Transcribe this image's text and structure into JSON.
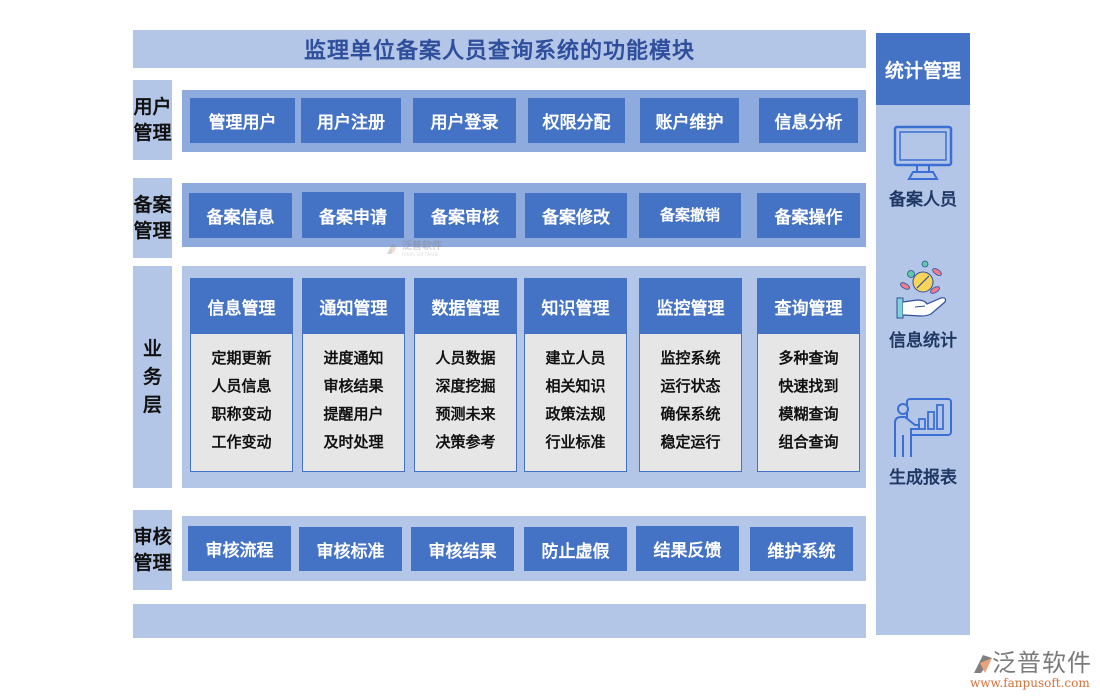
{
  "title": "监理单位备案人员查询系统的功能模块",
  "rows": [
    {
      "label": "用户管理",
      "buttons": [
        "管理用户",
        "用户注册",
        "用户登录",
        "权限分配",
        "账户维护",
        "信息分析"
      ]
    },
    {
      "label": "备案管理",
      "buttons": [
        "备案信息",
        "备案申请",
        "备案审核",
        "备案修改",
        "备案撤销",
        "备案操作"
      ]
    },
    {
      "label": "业务层",
      "modules": [
        {
          "title": "信息管理",
          "items": [
            "定期更新",
            "人员信息",
            "职称变动",
            "工作变动"
          ]
        },
        {
          "title": "通知管理",
          "items": [
            "进度通知",
            "审核结果",
            "提醒用户",
            "及时处理"
          ]
        },
        {
          "title": "数据管理",
          "items": [
            "人员数据",
            "深度挖掘",
            "预测未来",
            "决策参考"
          ]
        },
        {
          "title": "知识管理",
          "items": [
            "建立人员",
            "相关知识",
            "政策法规",
            "行业标准"
          ]
        },
        {
          "title": "监控管理",
          "items": [
            "监控系统",
            "运行状态",
            "确保系统",
            "稳定运行"
          ]
        },
        {
          "title": "查询管理",
          "items": [
            "多种查询",
            "快速找到",
            "模糊查询",
            "组合查询"
          ]
        }
      ]
    },
    {
      "label": "审核管理",
      "buttons": [
        "审核流程",
        "审核标准",
        "审核结果",
        "防止虚假",
        "结果反馈",
        "维护系统"
      ]
    }
  ],
  "stats": {
    "title": "统计管理",
    "items": [
      {
        "label": "备案人员",
        "icon": "monitor-icon"
      },
      {
        "label": "信息统计",
        "icon": "hand-pills-icon"
      },
      {
        "label": "生成报表",
        "icon": "presenter-chart-icon"
      }
    ]
  },
  "watermark": {
    "center_cn": "泛普软件",
    "center_en": "FANPU SOFTWARE",
    "brand": "泛普软件",
    "url": "www.fanpusoft.com"
  },
  "colors": {
    "primary_blue": "#4472c4",
    "panel_dark": "#8faadc",
    "panel_light": "#b4c6e7",
    "title_text": "#2f4e9b",
    "module_body": "#e7e6e6"
  }
}
